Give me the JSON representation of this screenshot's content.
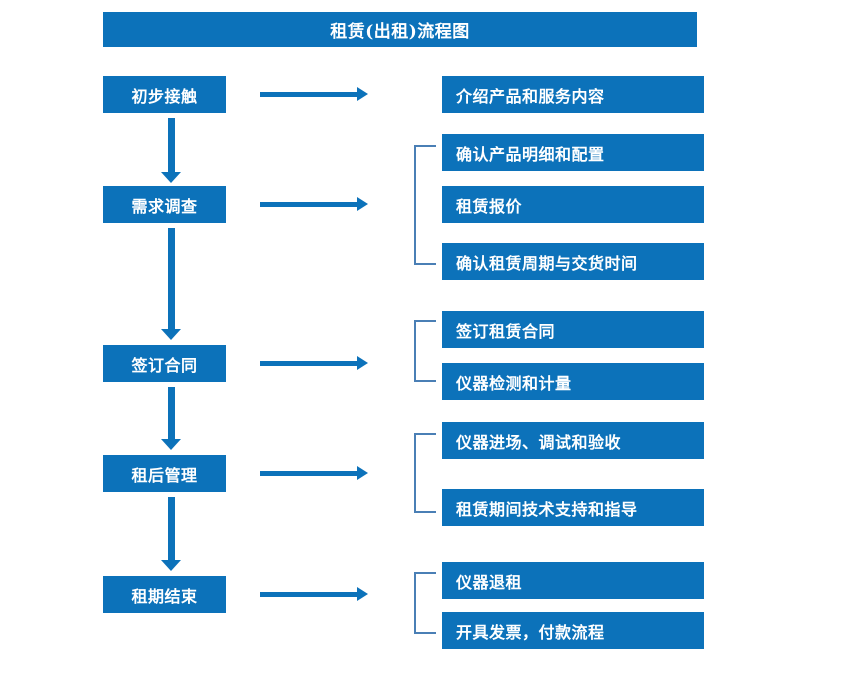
{
  "title": {
    "text": "租赁(出租)流程图"
  },
  "colors": {
    "box_fill": "#0C72BA",
    "box_text": "#FFFFFF",
    "arrow": "#0C72BA",
    "bracket": "#4A7FB5",
    "background": "#FFFFFF"
  },
  "stages": [
    {
      "label": "初步接触"
    },
    {
      "label": "需求调查"
    },
    {
      "label": "签订合同"
    },
    {
      "label": "租后管理"
    },
    {
      "label": "租期结束"
    }
  ],
  "details": {
    "group1": [
      {
        "label": "介绍产品和服务内容"
      }
    ],
    "group2": [
      {
        "label": "确认产品明细和配置"
      },
      {
        "label": "租赁报价"
      },
      {
        "label": "确认租赁周期与交货时间"
      }
    ],
    "group3": [
      {
        "label": "签订租赁合同"
      },
      {
        "label": "仪器检测和计量"
      }
    ],
    "group4": [
      {
        "label": "仪器进场、调试和验收"
      },
      {
        "label": "租赁期间技术支持和指导"
      }
    ],
    "group5": [
      {
        "label": "仪器退租"
      },
      {
        "label": "开具发票，付款流程"
      }
    ]
  }
}
